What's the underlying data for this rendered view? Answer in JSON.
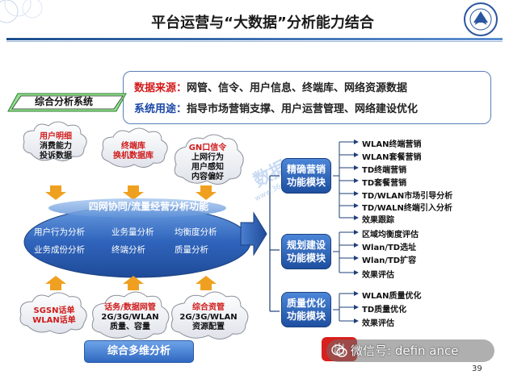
{
  "header": {
    "title": "平台运营与“大数据”分析能力结合",
    "page_number": "39"
  },
  "info": {
    "source_key": "数据来源：",
    "source_value": "网管、信令、用户信息、终端库、网络资源数据",
    "usage_key": "系统用途：",
    "usage_value": "指导市场营销支撑、用户运营管理、网络建设优化"
  },
  "system_label": "综合分析系统",
  "top_clouds": [
    {
      "line1": "用户明细",
      "line2": "消费能力",
      "line3": "投诉数据"
    },
    {
      "line1": "终端库",
      "line2": "换机数据库",
      "line3": ""
    },
    {
      "line1": "GN口信令",
      "line2": "上网行为",
      "line3": "用户感知",
      "line4": "内容偏好"
    }
  ],
  "center": {
    "title": "四网协同/流量经营分析功能",
    "row1": [
      "用户行为分析",
      "业务量分析",
      "均衡度分析"
    ],
    "row2": [
      "业务成份分析",
      "终端分析",
      "质量分析"
    ]
  },
  "bottom_clouds": [
    {
      "line1": "SGSN话单",
      "line2": "WLAN话单"
    },
    {
      "line1": "话务/数据网管",
      "line2": "2G/3G/WLAN",
      "line3": "质量、容量"
    },
    {
      "line1": "综合资管",
      "line2": "2G/3G/WLAN",
      "line3": "资源配置"
    }
  ],
  "bottom_label": "综合多维分析",
  "modules": [
    {
      "name_l1": "精确营销",
      "name_l2": "功能模块",
      "items": [
        "WLAN终端营销",
        "WLAN套餐营销",
        "TD终端营销",
        "TD套餐营销",
        "TD/WLAN市场引导分析",
        "TD/WALN终端引入分析",
        "效果跟踪"
      ]
    },
    {
      "name_l1": "规划建设",
      "name_l2": "功能模块",
      "items": [
        "区域均衡度评估",
        "Wlan/TD选址",
        "Wlan/TD扩容",
        "效果评估"
      ]
    },
    {
      "name_l1": "质量优化",
      "name_l2": "功能模块",
      "items": [
        "WLAN质量优化",
        "TD质量优化",
        "效果评估"
      ]
    }
  ],
  "watermark": {
    "brand": "数据",
    "site": "www.36dsj.com",
    "wechat": "微信号: defin ance",
    "stamp": "出"
  },
  "colors": {
    "accent_blue": "#1a46a6",
    "accent_red": "#d21b1b",
    "arrow_orange": "#f0a020",
    "module_blue": "#2d62b8"
  }
}
